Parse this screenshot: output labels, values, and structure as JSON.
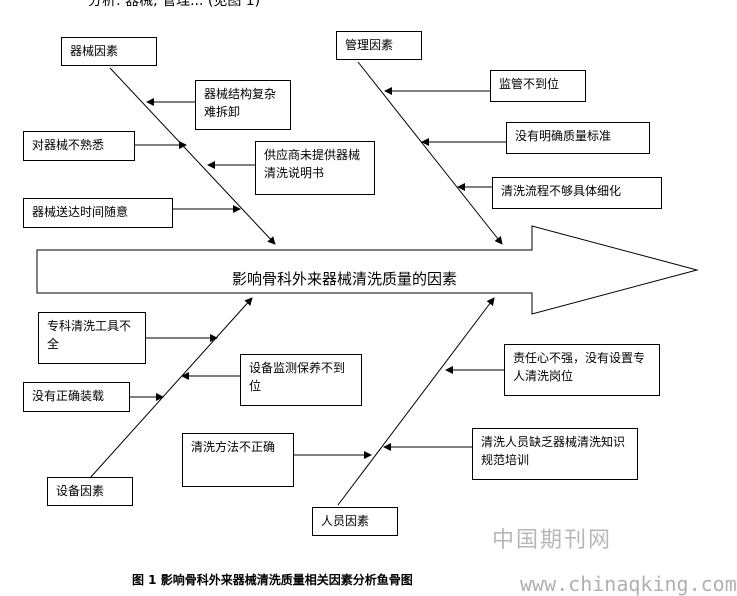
{
  "top_text": "分析: 器械, 管理... (见图 1)",
  "spine": {
    "label": "影响骨科外来器械清洗质量的因素"
  },
  "categories": {
    "equipment_factors": "器械因素",
    "management_factors": "管理因素",
    "device_factors": "设备因素",
    "personnel_factors": "人员因素"
  },
  "causes": {
    "structure_complex": "器械结构复杂难拆卸",
    "unfamiliar": "对器械不熟悉",
    "no_manual": "供应商未提供器械清洗说明书",
    "delivery_random": "器械送达时间随意",
    "supervision": "监管不到位",
    "no_standard": "没有明确质量标准",
    "process_not_detailed": "清洗流程不够具体细化",
    "tools_incomplete": "专科清洗工具不全",
    "monitoring_maintenance": "设备监测保养不到位",
    "wrong_loading": "没有正确装载",
    "wrong_method": "清洗方法不正确",
    "low_responsibility": "责任心不强，没有设置专人清洗岗位",
    "lack_training": "清洗人员缺乏器械清洗知识规范培训"
  },
  "caption": "图 1  影响骨科外来器械清洗质量相关因素分析鱼骨图",
  "watermark": {
    "cn": "中国期刊网",
    "url": "www.chinaqking.com"
  }
}
